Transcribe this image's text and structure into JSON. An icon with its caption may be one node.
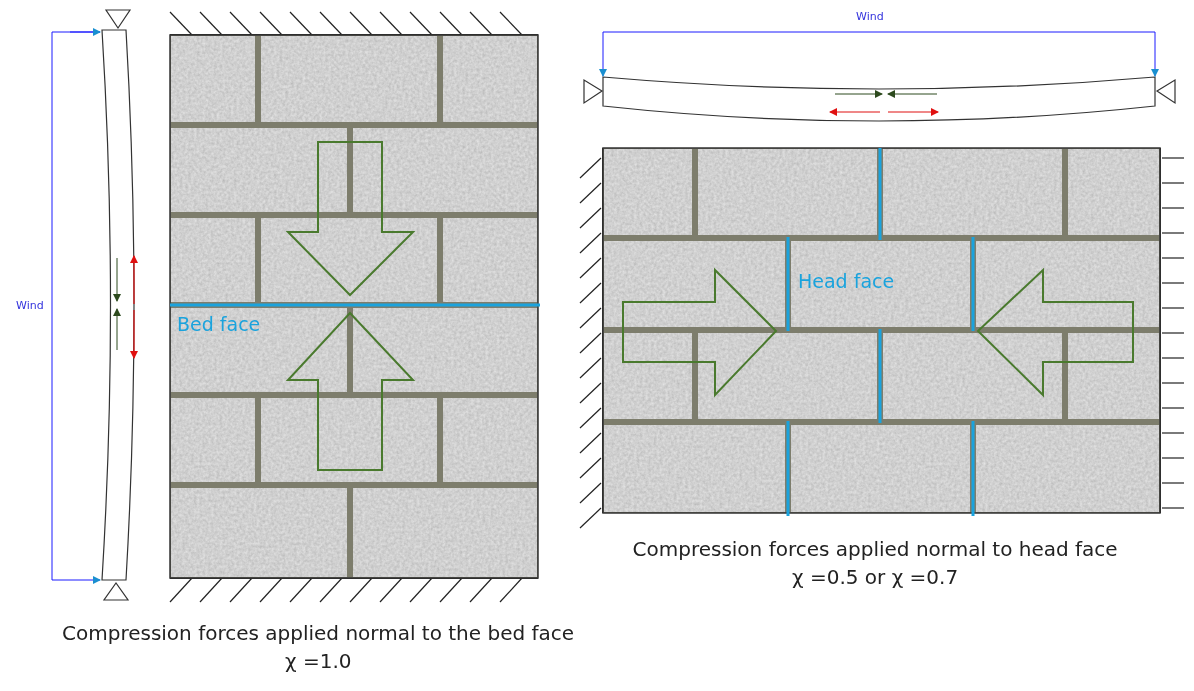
{
  "diagram": {
    "labels": [
      "Wind",
      "Bed face",
      "Compression forces applied normal to the bed face",
      "χ =1.0",
      "Wind",
      "Head face",
      "Compression forces applied normal to head face",
      "χ =0.5 or χ =0.7"
    ]
  }
}
